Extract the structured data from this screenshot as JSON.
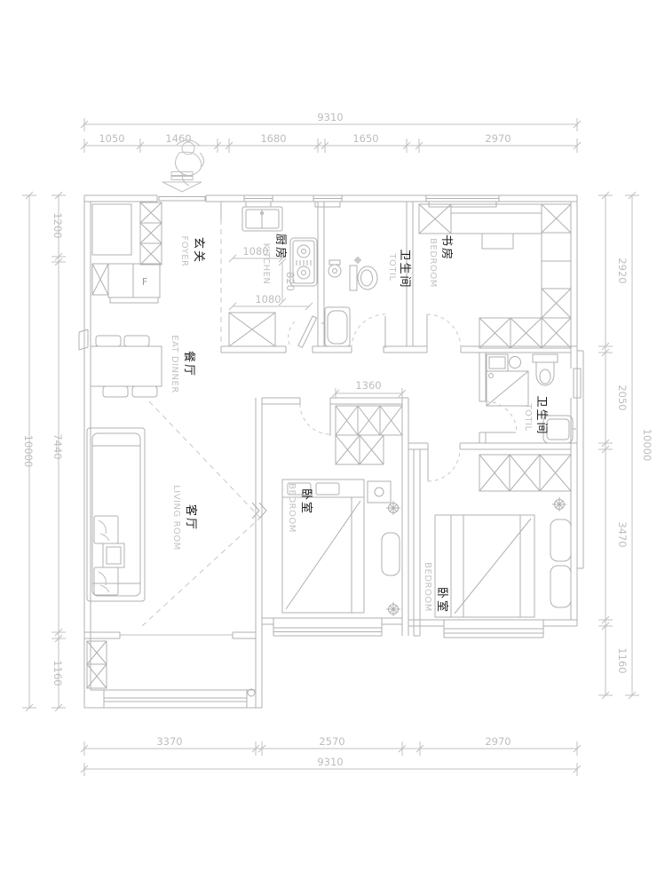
{
  "colors": {
    "wall_line": "#b0b0b0",
    "dim_line": "#c0c0c0",
    "chinese_text": "#1a1a1a",
    "gray_text": "#c2c2c2",
    "dim_text": "#bdbdbd",
    "background": "#ffffff"
  },
  "rooms": {
    "foyer": {
      "zh": "玄关",
      "en": "FOYER"
    },
    "kitchen": {
      "zh": "厨房",
      "en": "KITCHEN"
    },
    "bath1": {
      "zh": "卫生间",
      "en": "TOTIL"
    },
    "study": {
      "zh": "书房",
      "en": "BEDROOM"
    },
    "dining": {
      "zh": "餐厅",
      "en": "EAT DINNER"
    },
    "living": {
      "zh": "客厅",
      "en": "LIVING ROOM"
    },
    "bedroom2": {
      "zh": "卧室",
      "en": "BEDROOM"
    },
    "bath2": {
      "zh": "卫生间",
      "en": "TOTIL"
    },
    "bedroom1": {
      "zh": "卧室",
      "en": "BEDROOM"
    }
  },
  "labels": {
    "fridge": "F"
  },
  "dims": {
    "top_total": "9310",
    "top_segments": [
      "1050",
      "1460",
      "1680",
      "1650",
      "2970"
    ],
    "bottom_total": "9310",
    "bottom_segments": [
      "3370",
      "2570",
      "2970"
    ],
    "left_total": "10000",
    "left_segments": [
      "1200",
      "7440",
      "1160"
    ],
    "right_total": "10000",
    "right_segments": [
      "2920",
      "2050",
      "3470",
      "1160"
    ],
    "kitchen_top": "1080",
    "kitchen_side": "820",
    "kitchen_bottom": "1080",
    "wardrobe_width": "1360"
  }
}
